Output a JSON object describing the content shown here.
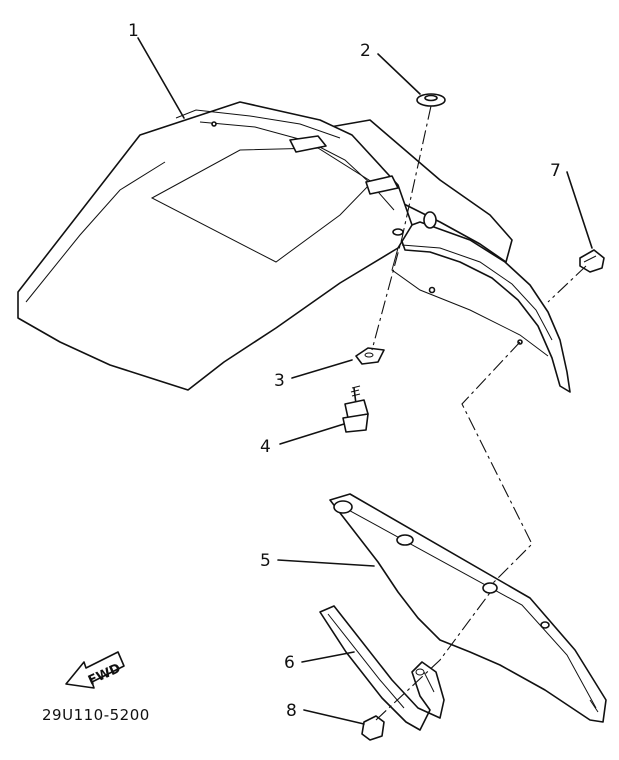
{
  "diagram": {
    "callouts": [
      "1",
      "2",
      "3",
      "4",
      "5",
      "6",
      "7",
      "8"
    ],
    "fwd_label": "FWD",
    "part_code": "29U110-5200"
  }
}
